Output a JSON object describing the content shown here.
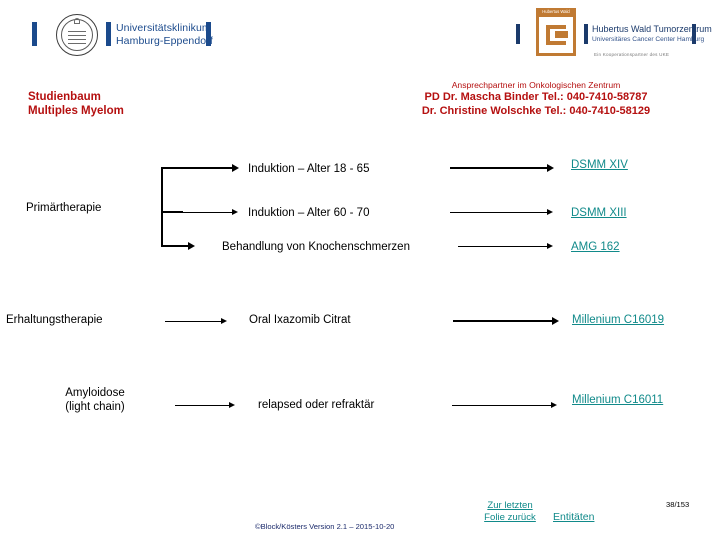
{
  "logos": {
    "uke": {
      "name": "uke-logo",
      "line1": "Universitätsklinikum",
      "line2": "Hamburg-Eppendorf",
      "bar_color": "#1b4a8c"
    },
    "hwt": {
      "name": "hwt-logo",
      "mark_caption": "Hubertus Wald Tumorzentrum",
      "line1": "Hubertus Wald Tumorzentrum",
      "line2": "Universitäres Cancer Center Hamburg",
      "tagline": "Ein Kooperationspartner des UKE",
      "mark_color": "#c07a33",
      "bar_color": "#1b3a6b"
    }
  },
  "title": {
    "line1": "Studienbaum",
    "line2": "Multiples Myelom",
    "color": "#b51010"
  },
  "contact": {
    "heading": "Ansprechpartner im Onkologischen Zentrum",
    "lines": [
      "PD Dr. Mascha Binder Tel.: 040-7410-58787",
      "Dr. Christine Wolschke Tel.: 040-7410-58129"
    ],
    "color": "#b51010"
  },
  "tree": {
    "primary_group_label": "Primärtherapie",
    "branches": [
      {
        "label": "Induktion – Alter 18 - 65",
        "study": "DSMM XIV"
      },
      {
        "label": "Induktion – Alter 60 - 70",
        "study": "DSMM XIII"
      },
      {
        "label": "Behandlung von Knochenschmerzen",
        "study": "AMG 162"
      }
    ],
    "rows": [
      {
        "group_label": "Erhaltungstherapie",
        "group_label2": "",
        "middle": "Oral Ixazomib Citrat",
        "study": "Millenium C16019"
      },
      {
        "group_label": "Amyloidose",
        "group_label2": "(light chain)",
        "middle": "relapsed oder refraktär",
        "study": "Millenium C16011"
      }
    ],
    "link_color": "#118a8a"
  },
  "footer": {
    "copyright": "©Block/Kösters Version 2.1 – 2015-10-20",
    "back_link_line1": "Zur letzten",
    "back_link_line2": "Folie zurück",
    "entities_link": "Entitäten",
    "page_number": "38/153",
    "copyright_color": "#1b2a6b"
  }
}
